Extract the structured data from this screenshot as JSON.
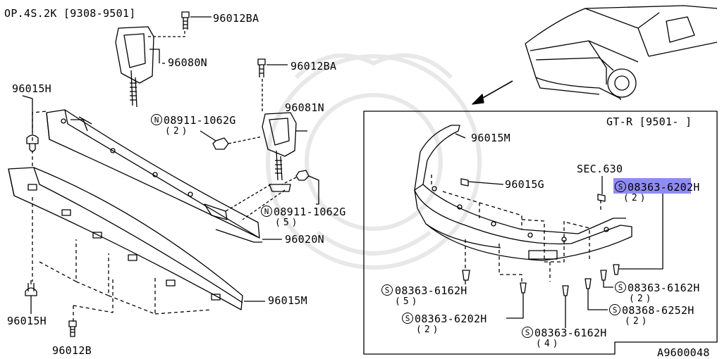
{
  "header": {
    "applicability": "OP.4S.2K [9308-9501]"
  },
  "inset": {
    "title": "GT-R [9501-      ]",
    "section_ref": "SEC.630"
  },
  "diagram_code": "A9600048",
  "highlight": {
    "part": "08363-6202H"
  },
  "parts": {
    "p1": {
      "number": "96012BA"
    },
    "p2": {
      "number": "96080N"
    },
    "p3": {
      "number": "96012BA"
    },
    "p4": {
      "number": "96015H"
    },
    "p5": {
      "number": "96081N"
    },
    "p6": {
      "number": "08911-1062G",
      "prefix": "N",
      "qty": "(2)"
    },
    "p7": {
      "number": "08911-1062G",
      "prefix": "N",
      "qty": "(5)"
    },
    "p8": {
      "number": "96020N"
    },
    "p9": {
      "number": "96015M"
    },
    "p10": {
      "number": "96015H"
    },
    "p11": {
      "number": "96012B"
    },
    "p12": {
      "number": "96015M"
    },
    "p13": {
      "number": "96015G"
    },
    "p14": {
      "number": "08363-6202H",
      "prefix": "S",
      "qty": "(2)"
    },
    "p15": {
      "number": "08363-6162H",
      "prefix": "S",
      "qty": "(5)"
    },
    "p16": {
      "number": "08363-6162H",
      "prefix": "S",
      "qty": "(2)"
    },
    "p17": {
      "number": "08368-6252H",
      "prefix": "S",
      "qty": "(2)"
    },
    "p18": {
      "number": "08363-6202H",
      "prefix": "S",
      "qty": "(2)"
    },
    "p19": {
      "number": "08363-6162H",
      "prefix": "S",
      "qty": "(4)"
    }
  }
}
